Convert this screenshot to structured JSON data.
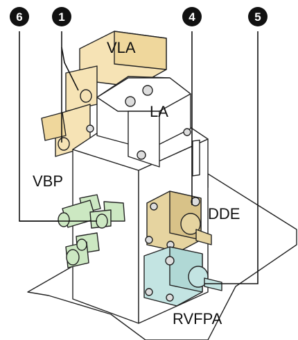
{
  "labels": {
    "vla": "VLA",
    "la": "LA",
    "vbp": "VBP",
    "dde": "DDE",
    "rvfpa": "RVFPA"
  },
  "callouts": {
    "c6": "6",
    "c1": "1",
    "c4": "4",
    "c5": "5"
  },
  "colors": {
    "vla_unit": "#f6e3b5",
    "dde_unit": "#e6d4a0",
    "rvfpa_unit": "#c3e4e2",
    "vbp_fittings": "#cce8c2",
    "block": "#ffffff",
    "callout_fill": "#111111"
  }
}
